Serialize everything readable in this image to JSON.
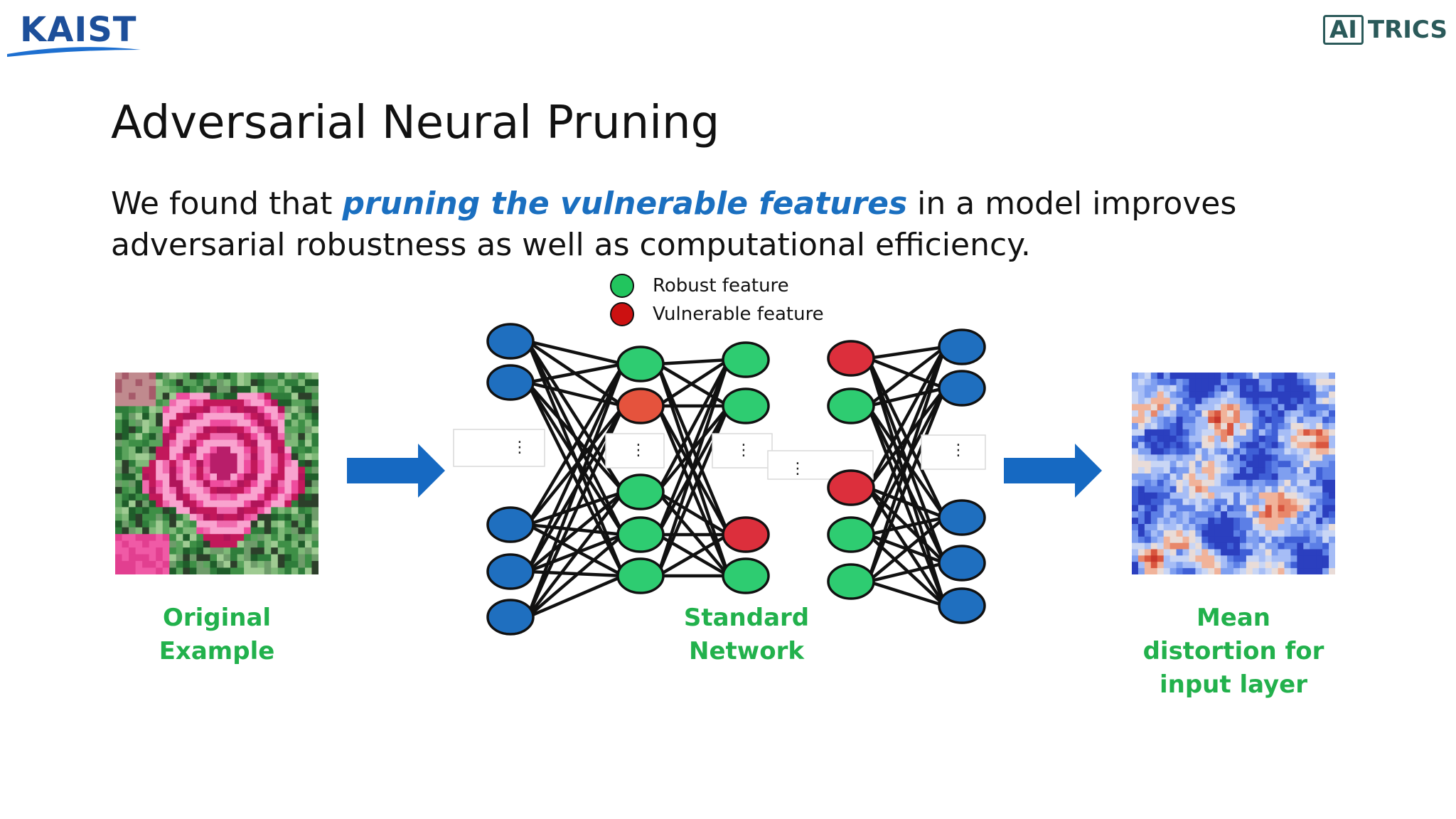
{
  "logos": {
    "left": "KAIST",
    "right_box": "AI",
    "right_text": "TRICS"
  },
  "title": "Adversarial Neural Pruning",
  "subtitle": {
    "prefix": "We found that ",
    "highlight": "pruning the vulnerable features",
    "suffix": " in a model improves adversarial robustness as well as computational efficiency."
  },
  "legend": [
    {
      "label": "Robust feature",
      "color": "#22c55e"
    },
    {
      "label": "Vulnerable feature",
      "color": "#cc1111"
    }
  ],
  "labels": {
    "original": [
      "Original",
      "Example"
    ],
    "network": [
      "Standard",
      "Network"
    ],
    "distortion": [
      "Mean",
      "distortion for",
      "input layer"
    ]
  },
  "colors": {
    "blue_node": "#1f6fbf",
    "green_node": "#2ecc71",
    "red_node": "#dc2f3c",
    "orange_node": "#e5533d",
    "arrow": "#1669c2",
    "label_green": "#22b14c",
    "highlight": "#1a6fc0"
  },
  "ellipsis_glyph": "⋮"
}
